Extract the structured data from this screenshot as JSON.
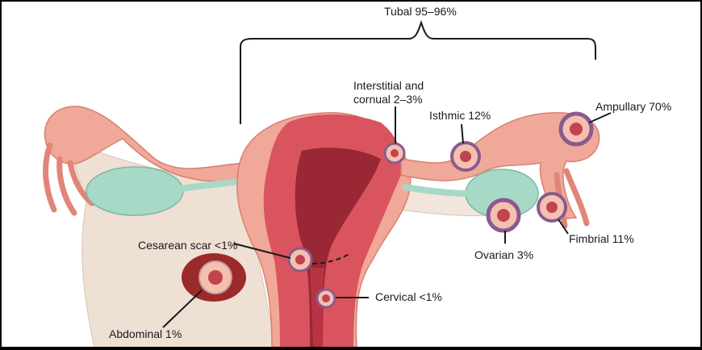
{
  "labels": {
    "tubal": "Tubal 95–96%",
    "interstitial_line1": "Interstitial and",
    "interstitial_line2": "cornual 2–3%",
    "isthmic": "Isthmic 12%",
    "ampullary": "Ampullary 70%",
    "cesarean": "Cesarean scar <1%",
    "cervical": "Cervical <1%",
    "ovarian": "Ovarian 3%",
    "fimbrial": "Fimbrial 11%",
    "abdominal": "Abdominal 1%"
  },
  "colors": {
    "tissue": "#f0a898",
    "tissue_dark": "#e08578",
    "muscle": "#d9545f",
    "cavity": "#9a2734",
    "ovary": "#a8d8c6",
    "ligament": "#efe0d4",
    "implant_ring": "#8a5a8e",
    "abdominal_site": "#9c2a2a",
    "leader": "#1a1a1a"
  }
}
